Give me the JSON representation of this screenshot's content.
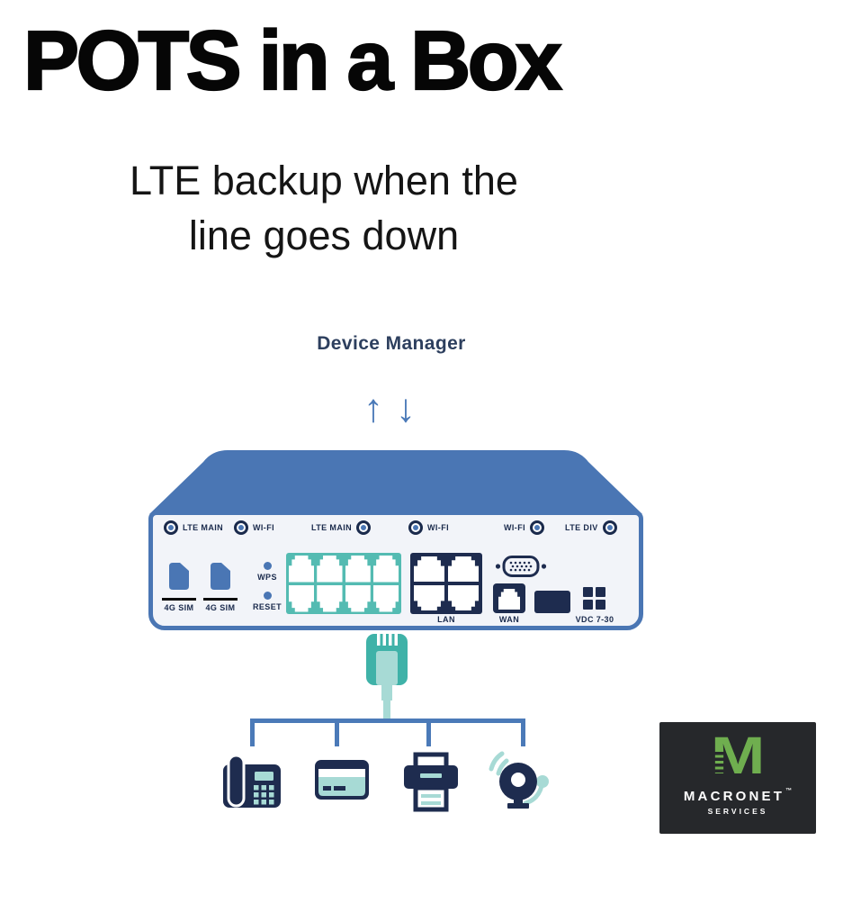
{
  "title": "POTS in a Box",
  "subtitle": {
    "line1": "LTE backup when the",
    "line2": "line goes down"
  },
  "device_manager_label": "Device Manager",
  "arrows": {
    "up": "↑",
    "down": "↓"
  },
  "router": {
    "antenna_labels": [
      "LTE MAIN",
      "WI-FI",
      "LTE MAIN",
      "WI-FI",
      "WI-FI",
      "LTE DIV"
    ],
    "sim_labels": [
      "4G SIM",
      "4G SIM"
    ],
    "wps_label": "WPS",
    "reset_label": "RESET",
    "lan_label": "LAN",
    "wan_label": "WAN",
    "vdc_label": "VDC 7-30"
  },
  "connected_devices": [
    "desk-phone",
    "card-reader",
    "fax-printer",
    "alarm-bell"
  ],
  "logo": {
    "monogram": "M",
    "name": "MACRONET",
    "trademark": "™",
    "tagline": "SERVICES"
  },
  "colors": {
    "router_blue": "#4a76b4",
    "navy": "#1e2c4f",
    "teal": "#54bbb2",
    "light_teal": "#a7dad5",
    "plug_teal": "#3fb2a8",
    "line_blue": "#4b7ab8",
    "logo_green": "#6fae4f",
    "logo_background": "#26282b",
    "panel_background": "#f2f4f9"
  }
}
